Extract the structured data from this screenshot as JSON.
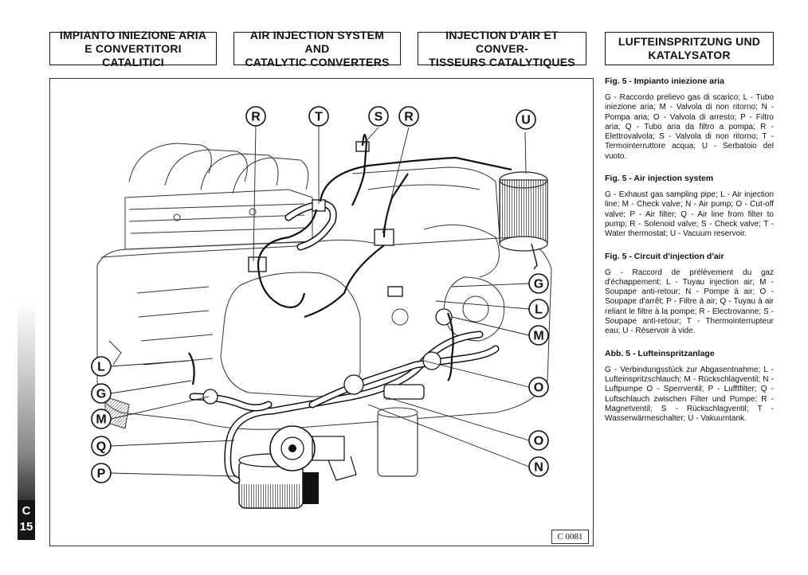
{
  "headers": [
    {
      "text": "IMPIANTO INIEZIONE ARIA\nE CONVERTITORI CATALITICI"
    },
    {
      "text": "AIR INJECTION SYSTEM AND\nCATALYTIC CONVERTERS"
    },
    {
      "text": "INJECTION D'AIR ET CONVER-\nTISSEURS CATALYTIQUES"
    },
    {
      "text": "LUFTEINSPRITZUNG UND\nKATALYSATOR"
    }
  ],
  "figure": {
    "code": "C 0081",
    "callouts": [
      "R",
      "T",
      "S",
      "R",
      "U",
      "G",
      "L",
      "M",
      "O",
      "O",
      "N",
      "L",
      "G",
      "M",
      "Q",
      "P"
    ]
  },
  "legend": [
    {
      "title": "Fig. 5 - Impianto iniezione aria",
      "text": "G - Raccordo prelievo gas di scarico; L - Tubo iniezione aria; M - Valvola di non ritorno; N - Pompa aria; O - Valvola di arresto; P - Filtro aria; Q - Tubo aria da filtro a pompa; R - Elettrovalvola; S - Valvola di non ritorno; T - Termointerruttore acqua; U - Serbatoio del vuoto."
    },
    {
      "title": "Fig. 5 - Air injection system",
      "text": "G - Exhaust gas sampling pipe; L - Air injection line; M - Check valve; N - Air pump; O - Cut-off valve; P - Air filter; Q - Air line from filter to pump; R - Solenoid valve; S - Check valve; T - Water thermostat; U - Vacuum reservoir."
    },
    {
      "title": "Fig. 5 - Circuit d'injection d'air",
      "text": "G - Raccord de prélèvement du gaz d'échappement; L - Tuyau injection air; M - Soupape anti-retour; N - Pompe à air; O - Soupape d'arrêt; P - Filtre à air; Q - Tuyau à air reliant le filtre à la pompe; R - Electrovanne; S - Soupape anti-retour; T - Thermointerrupteur eau; U - Réservoir à vide."
    },
    {
      "title": "Abb. 5 - Lufteinspritzanlage",
      "text": "G - Verbindungsstück zur Abgasentnahme; L - Lufteinspritzschlauch; M - Rückschlagventil; N - Luftpumpe O - Sperrventil; P - Lufftfilter; Q - Luftschlauch zwischen Filter und Pumpe; R - Magnetventil; S - Rückschlagventil; T - Wasserwärmeschalter; U - Vakuumtank."
    }
  ],
  "page_tab": {
    "section": "C",
    "page": "15"
  }
}
